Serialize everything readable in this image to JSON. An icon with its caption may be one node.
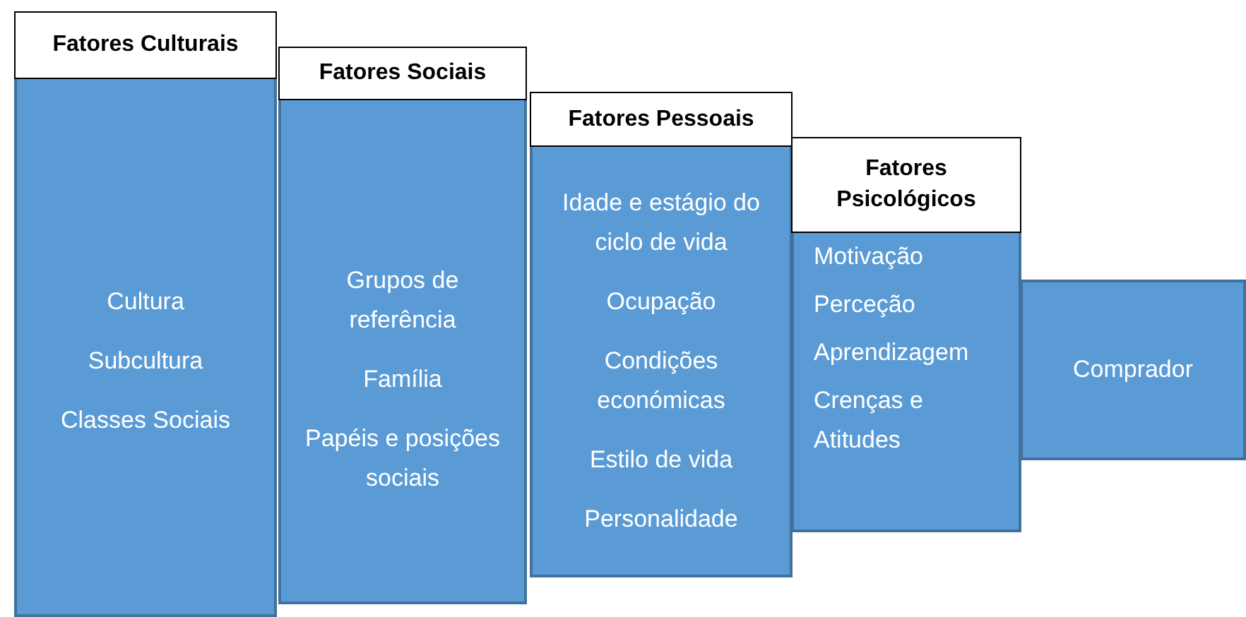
{
  "diagram": {
    "nodes": [
      {
        "text": [
          "Fatores Culturais",
          "Cultura",
          "Subcultura",
          "Classes Sociais"
        ]
      },
      {
        "text": [
          "Fatores Sociais",
          "Grupos de referência",
          "Família",
          "Papéis e posições sociais"
        ]
      },
      {
        "text": [
          "Fatores Pessoais",
          "Idade e estágio do ciclo de vida",
          "Ocupação",
          "Condições económicas",
          "Estilo de vida",
          "Personalidade"
        ]
      },
      {
        "text": [
          "Fatores Psicológicos",
          "Motivação",
          "Perceção",
          "Aprendizagem",
          "Crenças e Atitudes"
        ]
      },
      {
        "text": [
          "Comprador"
        ]
      }
    ]
  }
}
